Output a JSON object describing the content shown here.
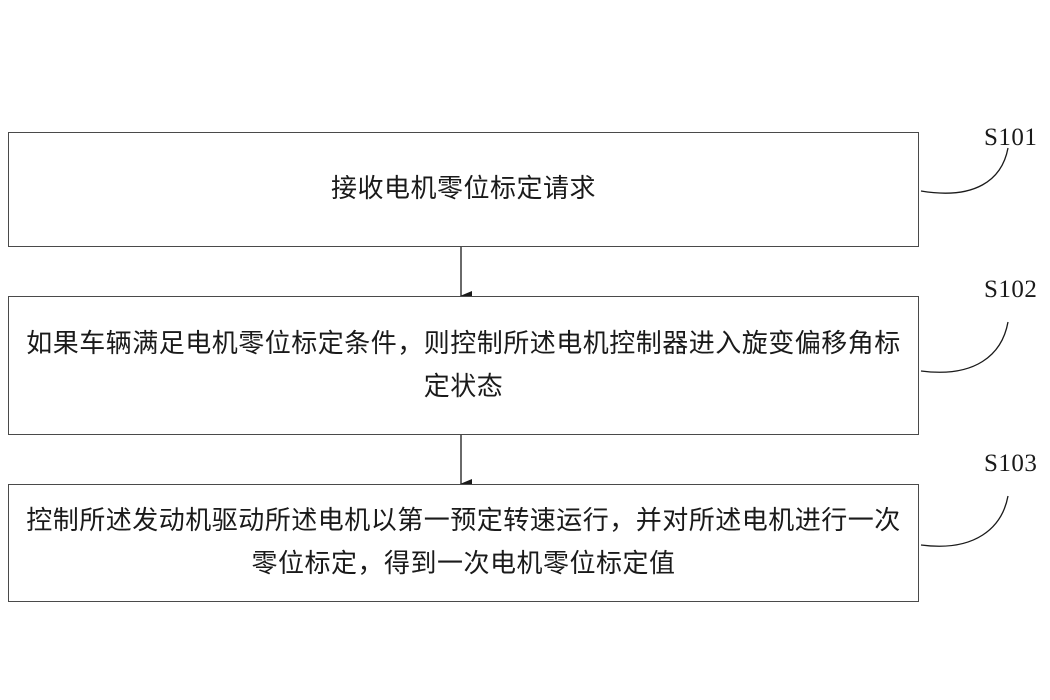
{
  "colors": {
    "stroke": "#4a4a4a",
    "text": "#1a1a1a",
    "background": "#ffffff"
  },
  "steps": [
    {
      "id": "S101",
      "text": "接收电机零位标定请求"
    },
    {
      "id": "S102",
      "text": "如果车辆满足电机零位标定条件，则控制所述电机控制器进入旋变偏移角标定状态"
    },
    {
      "id": "S103",
      "text": "控制所述发动机驱动所述电机以第一预定转速运行，并对所述电机进行一次零位标定，得到一次电机零位标定值"
    }
  ]
}
